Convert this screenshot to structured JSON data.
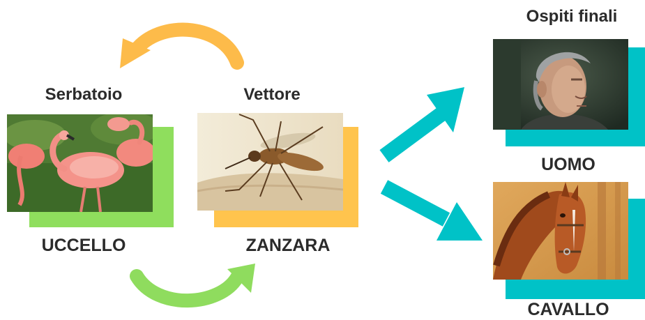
{
  "labels": {
    "reservoir_title": "Serbatoio",
    "vector_title": "Vettore",
    "final_hosts_title": "Ospiti finali",
    "bird": "UCCELLO",
    "mosquito": "ZANZARA",
    "man": "UOMO",
    "horse": "CAVALLO"
  },
  "colors": {
    "bird_panel": "#8fde5d",
    "mosquito_panel": "#ffc44d",
    "hosts_panel": "#00c2c7",
    "arrow_top": "#fdbb4a",
    "arrow_bottom": "#8fdc5e",
    "arrow_hosts": "#00c2c7",
    "text": "#2b2b2b"
  },
  "images": {
    "bird": "flamingo-photo",
    "mosquito": "mosquito-photo",
    "man": "man-portrait-photo",
    "horse": "horse-photo"
  }
}
